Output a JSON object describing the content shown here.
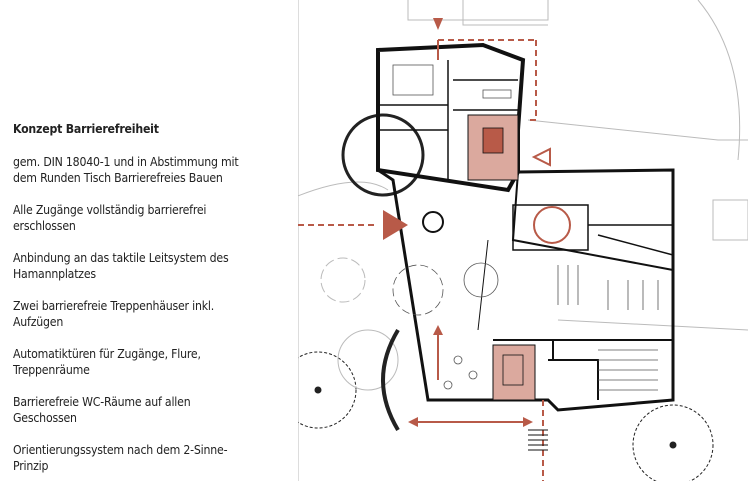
{
  "concept": {
    "heading": "Konzept Barrierefreiheit",
    "items": [
      "gem. DIN 18040-1 und in Abstimmung mit dem Runden Tisch Barrierefreies Bauen",
      "Alle Zugänge vollständig barrierefrei erschlossen",
      "Anbindung an das taktile Leitsystem des Hamannplatzes",
      "Zwei barrierefreie Treppenhäuser inkl. Aufzügen",
      "Automatiktüren für Zugänge, Flure, Treppenräume",
      "Barrierefreie WC-Räume auf allen Geschossen",
      "Orientierungssystem nach dem 2-Sinne-Prinzip"
    ]
  },
  "colors": {
    "accent": "#b85a48",
    "accent_fill": "#dba99e",
    "line": "#111111",
    "site": "#bbbbbb"
  }
}
